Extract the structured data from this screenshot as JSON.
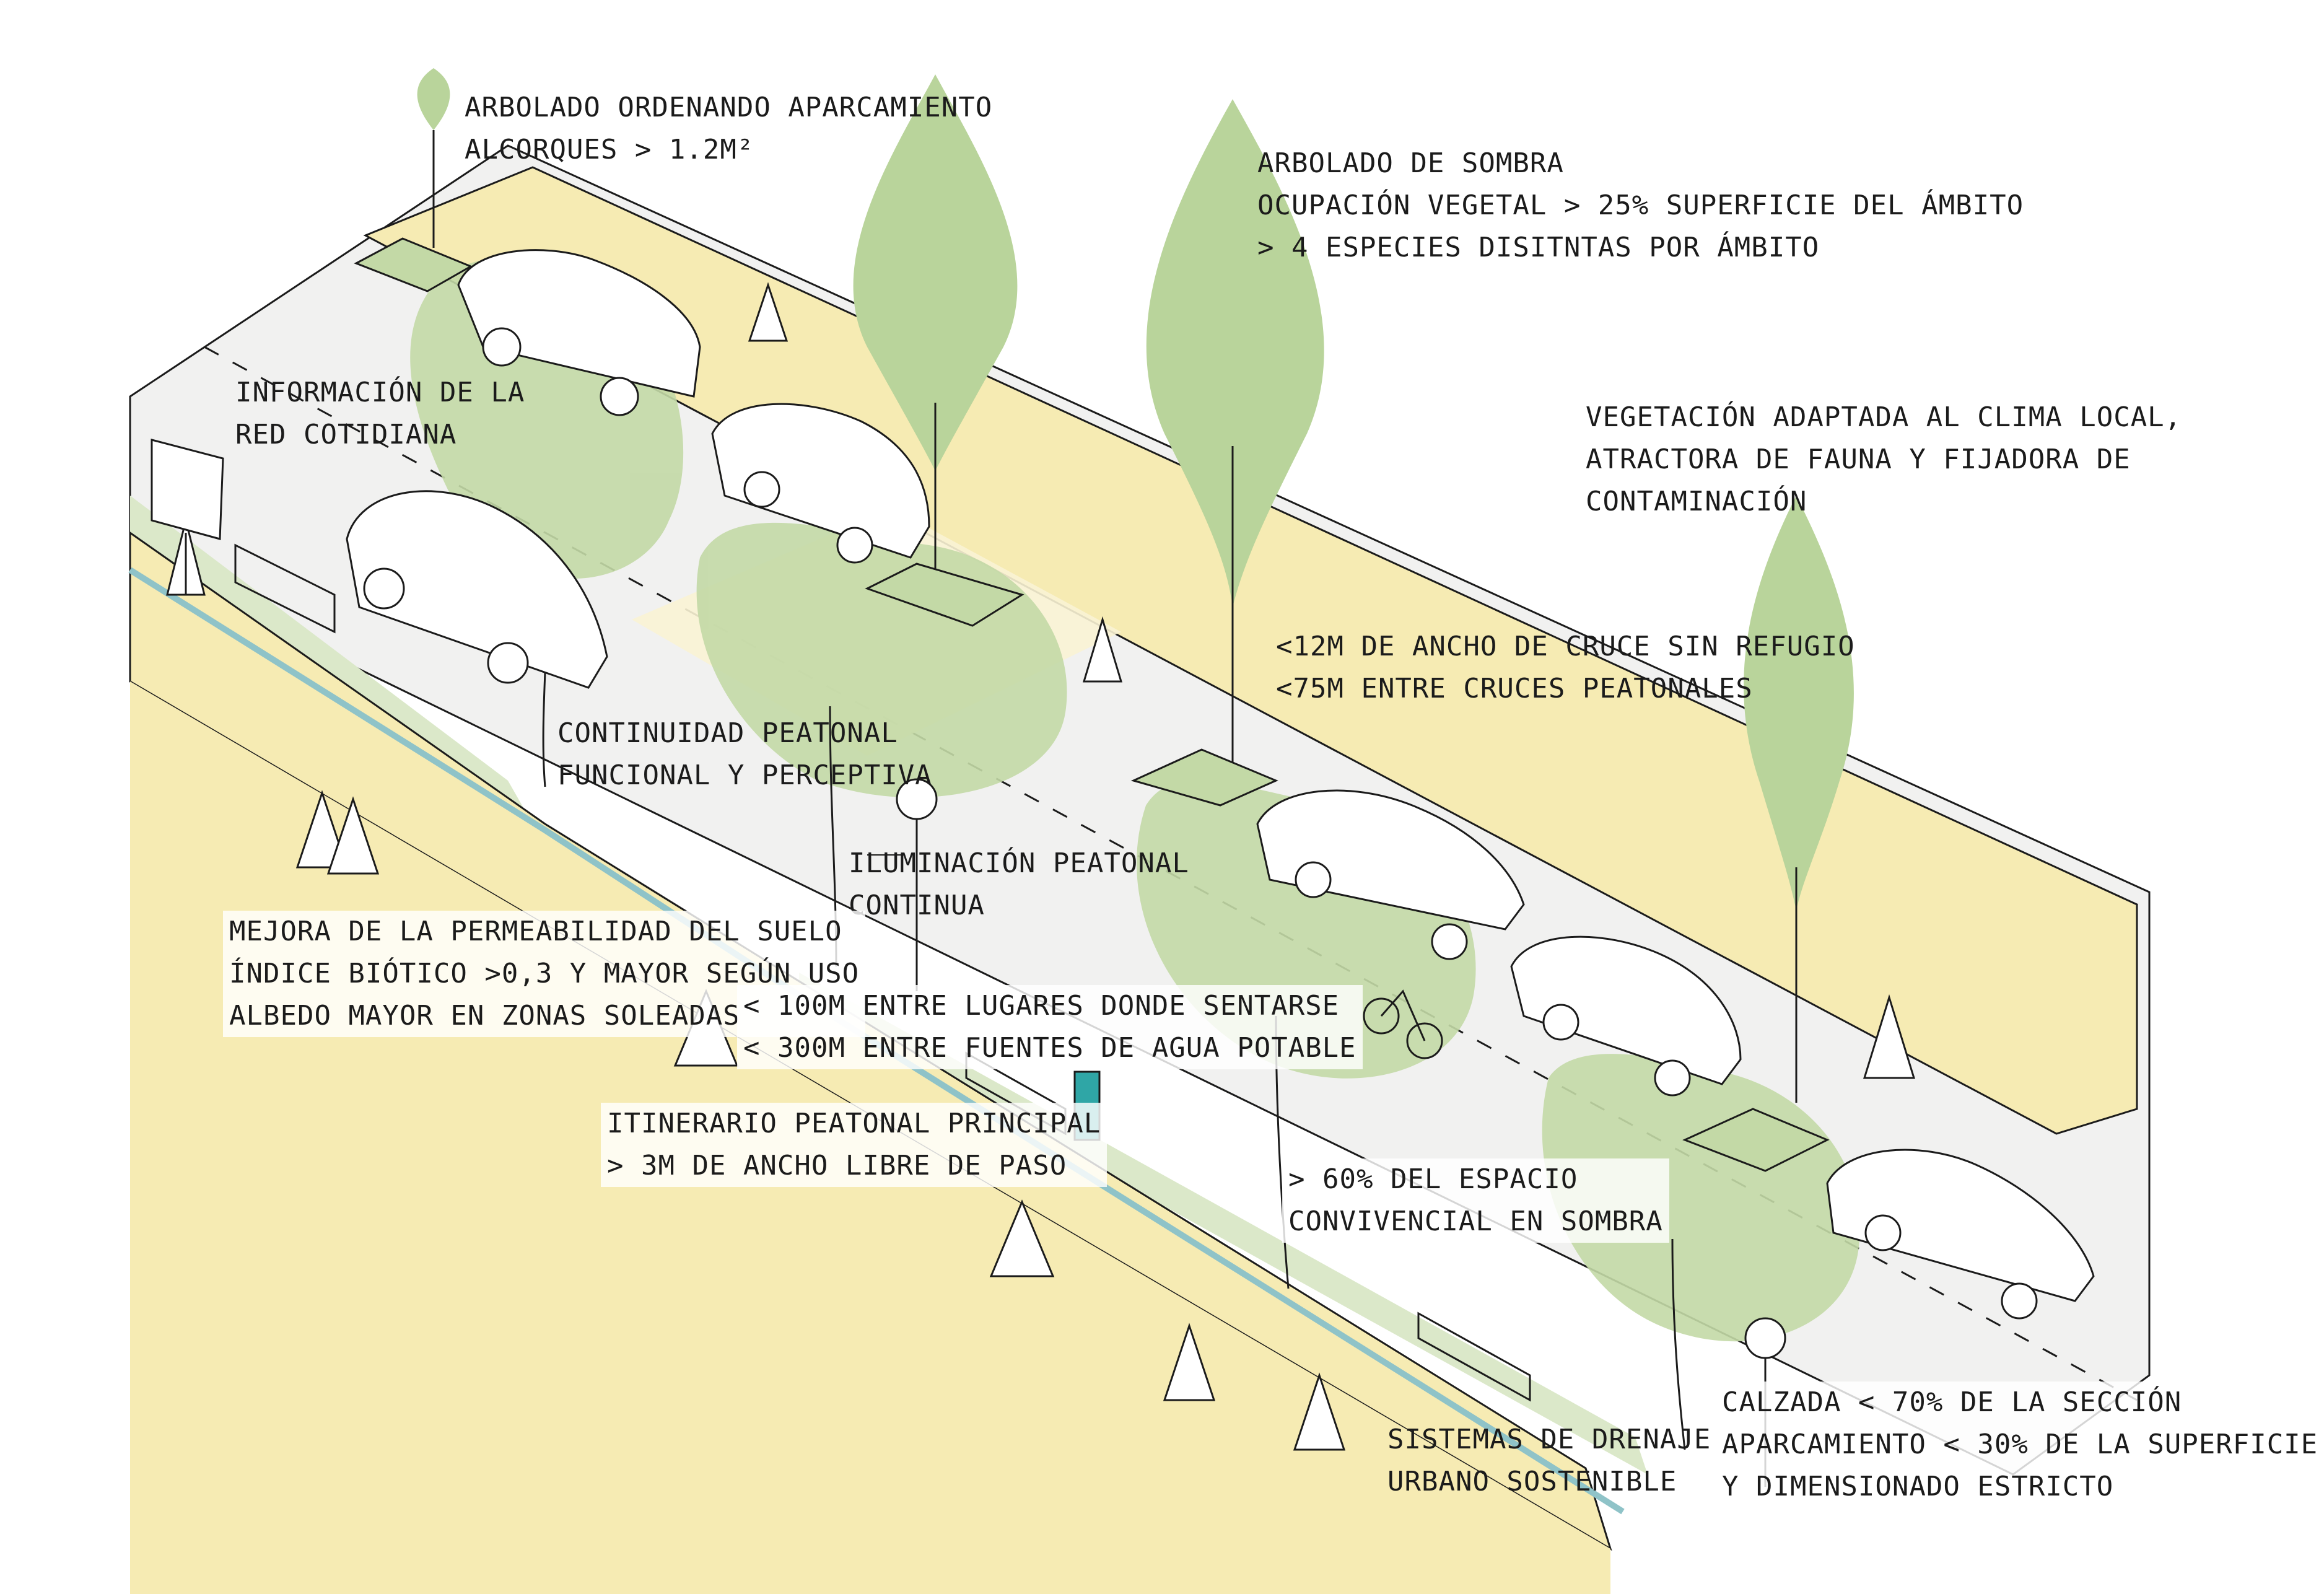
{
  "palette": {
    "sidewalk": "#f6ebb3",
    "road": "#f0f0ef",
    "tree": "#c3d9a6",
    "tree_dark": "#a9c98a",
    "green_strip": "#dbe8c9",
    "water": "#8fc3c8",
    "fountain": "#2fa6a6",
    "ink": "#1b1b1b"
  },
  "labels": {
    "arbolado_aparcamiento": [
      "Arbolado ordenando aparcamiento",
      "Alcorques > 1.2m²"
    ],
    "arbolado_sombra": [
      "Arbolado de sombra",
      "Ocupación vegetal > 25% superficie del ámbito",
      "> 4 especies disitntas por ámbito"
    ],
    "informacion_red": [
      "Información de la",
      "Red cotidiana"
    ],
    "vegetacion_adaptada": [
      "Vegetación adaptada al clima local,",
      "atractora de fauna y fijadora de",
      "contaminación"
    ],
    "cruce": [
      "<12m de ancho de cruce sin refugio",
      "<75m entre cruces peatonales"
    ],
    "continuidad": [
      "Continuidad peatonal",
      "funcional y perceptiva"
    ],
    "iluminacion": [
      "Iluminación peatonal",
      "continua"
    ],
    "permeabilidad": [
      "Mejora de la permeabilidad del suelo",
      "Índice Biótico >0,3 y mayor según uso",
      "albedo mayor en zonas soleadas"
    ],
    "sentarse": [
      "< 100m entre lugares donde sentarse",
      "< 300m entre fuentes de agua potable"
    ],
    "itinerario": [
      "Itinerario peatonal principal",
      "> 3m de ancho libre de paso"
    ],
    "sombra": [
      "> 60% del espacio",
      "convivencial en sombra"
    ],
    "drenaje": [
      "Sistemas de Drenaje",
      "Urbano Sostenible"
    ],
    "calzada": [
      "Calzada < 70% de la sección",
      "Aparcamiento < 30% de la superficie",
      "y dimensionado estricto"
    ]
  }
}
